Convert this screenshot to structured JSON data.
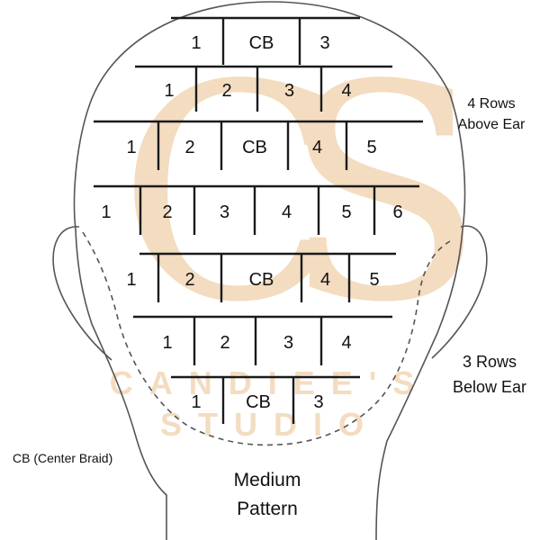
{
  "watermark": {
    "monogram": "CS",
    "line1": "CANDIEE'S",
    "line2": "STUDIO",
    "color": "#f3dcc0"
  },
  "annotations": {
    "above_ear": [
      "4 Rows",
      "Above Ear"
    ],
    "below_ear": [
      "3 Rows",
      "Below Ear"
    ],
    "legend": "CB (Center Braid)",
    "pattern_title": [
      "Medium",
      "Pattern"
    ]
  },
  "rows": [
    {
      "parts": [
        "1",
        "CB",
        "3"
      ]
    },
    {
      "parts": [
        "1",
        "2",
        "3",
        "4"
      ]
    },
    {
      "parts": [
        "1",
        "2",
        "CB",
        "4",
        "5"
      ]
    },
    {
      "parts": [
        "1",
        "2",
        "3",
        "4",
        "5",
        "6"
      ]
    },
    {
      "parts": [
        "1",
        "2",
        "CB",
        "4",
        "5"
      ]
    },
    {
      "parts": [
        "1",
        "2",
        "3",
        "4"
      ]
    },
    {
      "parts": [
        "1",
        "CB",
        "3"
      ]
    }
  ],
  "colors": {
    "line": "#1a1a1a",
    "outline": "#555555"
  }
}
